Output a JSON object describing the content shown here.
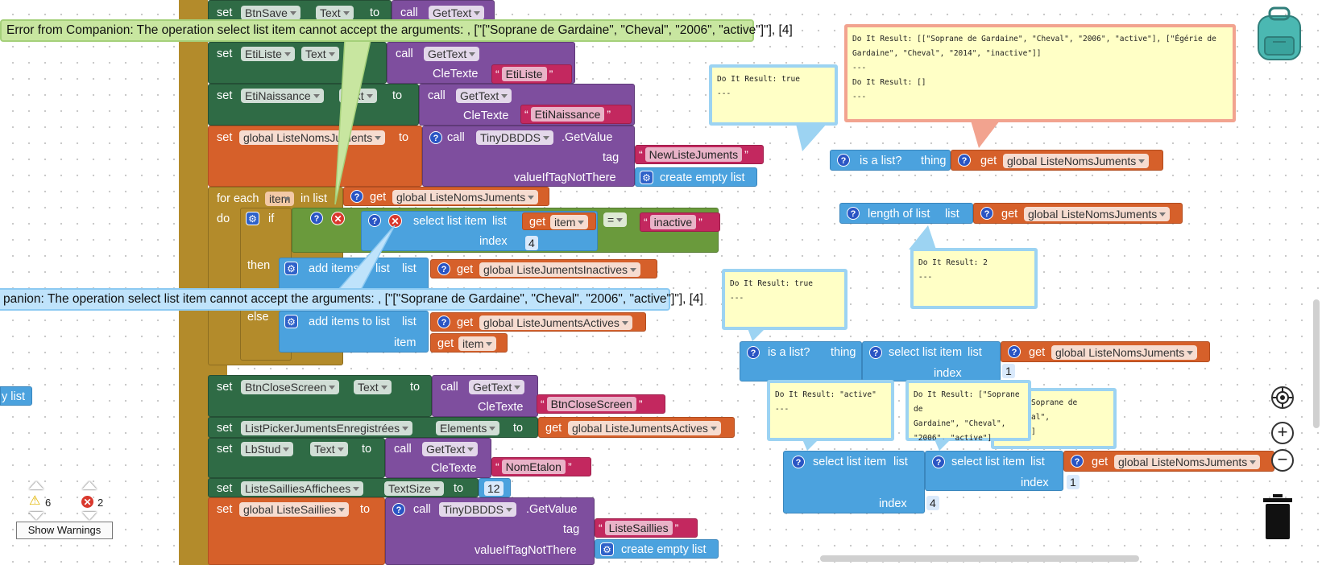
{
  "errors": {
    "green": "Error from Companion: The operation select list item cannot accept the arguments: , [\"[\"Soprane de Gardaine\", \"Cheval\", \"2006\", \"active\"]\"], [4]",
    "blue": "panion: The operation select list item cannot accept the arguments: , [\"[\"Soprane de Gardaine\", \"Cheval\", \"2006\", \"active\"]\"], [4]"
  },
  "kw": {
    "set": "set",
    "text": "Text",
    "to": "to",
    "call": "call",
    "gettext": "GetText",
    "getvalue": ".GetValue",
    "clef": "CleTexte",
    "tag": "tag",
    "vitnt": "valueIfTagNotThere",
    "create_empty": "create empty list",
    "for_each": "for each",
    "in_list": "in list",
    "item": "item",
    "get": "get",
    "do": "do",
    "if": "if",
    "then": "then",
    "else": "else",
    "select_item": "select list item",
    "list": "list",
    "index": "index",
    "eq": "=",
    "add_items": "add items to list",
    "is_list": "is a list?",
    "thing": "thing",
    "length": "length of list",
    "elements": "Elements",
    "textsize": "TextSize",
    "empty_list_stub": "y list"
  },
  "comps": {
    "btnsave": "BtnSave",
    "etiliste": "EtiListe",
    "etinaiss": "EtiNaissance",
    "tinydb": "TinyDBDDS",
    "btnclose": "BtnCloseScreen",
    "listpicker": "ListPickerJumentsEnregistrées",
    "lbstud": "LbStud",
    "listesaill": "ListeSailliesAffichees"
  },
  "vars": {
    "noms": "global ListeNomsJuments",
    "inactives": "global ListeJumentsInactives",
    "actives": "global ListeJumentsActives",
    "saillies": "global ListeSaillies"
  },
  "strings": {
    "etiliste": "EtiListe",
    "etinaiss": "EtiNaissance",
    "newliste": "NewListeJuments",
    "inactive": "inactive",
    "btnclose": "BtnCloseScreen",
    "nometalon": "NomEtalon",
    "listesaillies": "ListeSaillies"
  },
  "nums": {
    "four": "4",
    "one": "1",
    "twelve": "12"
  },
  "results": {
    "big_l1": "Do It Result: [[\"Soprane de Gardaine\", \"Cheval\", \"2006\", \"active\"], [\"Égérie de",
    "big_l2": "Gardaine\", \"Cheval\", \"2014\", \"inactive\"]]",
    "big_l3": "---",
    "big_l4": "Do It Result: []",
    "big_l5": "---",
    "r_true1": "Do It Result: true\n---",
    "r_len": "Do It Result: 2\n---",
    "r_true2": "Do It Result: true\n---",
    "r_active": "Do It Result: \"active\"\n---",
    "r_sop": "Do It Result: [\"Soprane de\nGardaine\", \"Cheval\",\n\"2006\", \"active\"]",
    "r_behind": "ult: [\"Soprane de\n, \"Cheval\",\nactive\"]"
  },
  "warnings": {
    "count": "6",
    "errors": "2",
    "button": "Show Warnings"
  },
  "colors": {
    "dark_green": "#2f6b45",
    "purple": "#7e4e9e",
    "orange": "#d6602a",
    "blue": "#4ba2de",
    "green": "#6a9a3c",
    "magenta": "#c3285f",
    "gold": "#b38b2b"
  },
  "icons": [
    "backpack-icon",
    "recenter-icon",
    "zoom-in-icon",
    "zoom-out-icon",
    "trash-icon",
    "warning-icon",
    "error-icon",
    "help-icon",
    "gear-icon",
    "error-badge-icon"
  ]
}
